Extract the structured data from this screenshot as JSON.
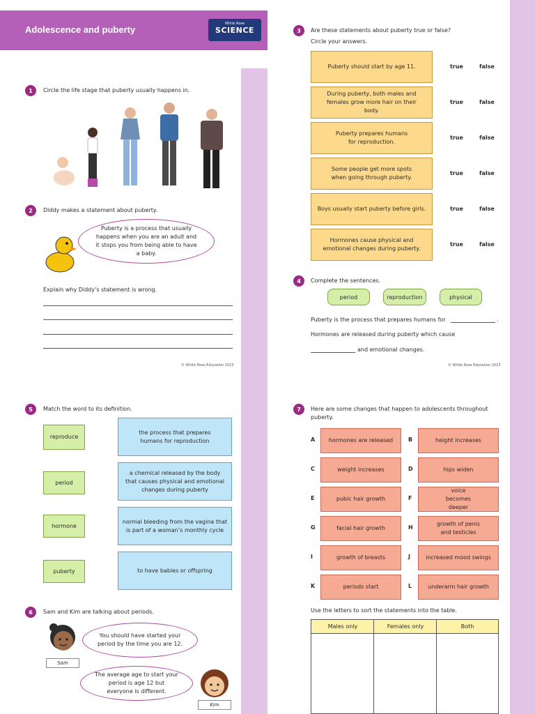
{
  "header": {
    "title": "Adolescence and puberty",
    "logo_top": "White Rose",
    "logo_main": "SCIENCE"
  },
  "copyright": "© White Rose Education 2023",
  "colors": {
    "header": "#b560b8",
    "side_strip": "#e2c4e6",
    "question_badge": "#9b2a84",
    "bubble_border": "#b24aa3"
  },
  "q1": {
    "num": "1",
    "text": "Circle the life stage that puberty usually happens in."
  },
  "q2": {
    "num": "2",
    "text": "Diddy makes a statement about puberty.",
    "bubble": "Puberty is a process that usually happens when you are an adult and it stops you from being able to have a baby.",
    "explain": "Explain why Diddy’s statement is wrong."
  },
  "q3": {
    "num": "3",
    "text": "Are these statements about puberty true or false?",
    "subtext": "Circle your answers.",
    "true_label": "true",
    "false_label": "false",
    "statements": [
      "Puberty should start by age 11.",
      "During puberty, both males and females grow more hair on their body.",
      "Puberty prepares humans for reproduction.",
      "Some people get more spots when going through puberty.",
      "Boys usually start puberty before girls.",
      "Hormones cause physical and emotional changes during puberty."
    ]
  },
  "q4": {
    "num": "4",
    "text": "Complete the sentences.",
    "words": [
      "period",
      "reproduction",
      "physical"
    ],
    "sentence1": "Puberty is the process that prepares humans for",
    "sentence1_end": ".",
    "sentence2": "Hormones are released during puberty which cause",
    "sentence3": "and emotional changes."
  },
  "q5": {
    "num": "5",
    "text": "Match the word to its definition.",
    "words": [
      "reproduce",
      "period",
      "hormone",
      "puberty"
    ],
    "definitions": [
      "the process that prepares humans for reproduction",
      "a chemical released by the body that causes physical and emotional changes during puberty",
      "normal bleeding from the vagina that is part of a woman’s monthly cycle",
      "to have babies or offspring"
    ]
  },
  "q6": {
    "num": "6",
    "text": "Sam and Kim are talking about periods.",
    "sam_name": "Sam",
    "sam_says": "You should have started your period by the time you are 12.",
    "kim_name": "Kim",
    "kim_says": "The average age to start your period is age 12 but everyone is different."
  },
  "q7": {
    "num": "7",
    "text": "Here are some changes that happen to adolescents throughout puberty.",
    "changes": [
      {
        "letter": "A",
        "text": "hormones are released"
      },
      {
        "letter": "B",
        "text": "height increases"
      },
      {
        "letter": "C",
        "text": "weight increases"
      },
      {
        "letter": "D",
        "text": "hips widen"
      },
      {
        "letter": "E",
        "text": "pubic hair growth"
      },
      {
        "letter": "F",
        "text": "voice becomes deeper"
      },
      {
        "letter": "G",
        "text": "facial hair growth"
      },
      {
        "letter": "H",
        "text": "growth of penis and testicles"
      },
      {
        "letter": "I",
        "text": "growth of breasts"
      },
      {
        "letter": "J",
        "text": "increased mood swings"
      },
      {
        "letter": "K",
        "text": "periods start"
      },
      {
        "letter": "L",
        "text": "underarm hair growth"
      }
    ],
    "sort_text": "Use the letters to sort the statements into the table.",
    "table_headers": [
      "Males only",
      "Females only",
      "Both"
    ]
  }
}
